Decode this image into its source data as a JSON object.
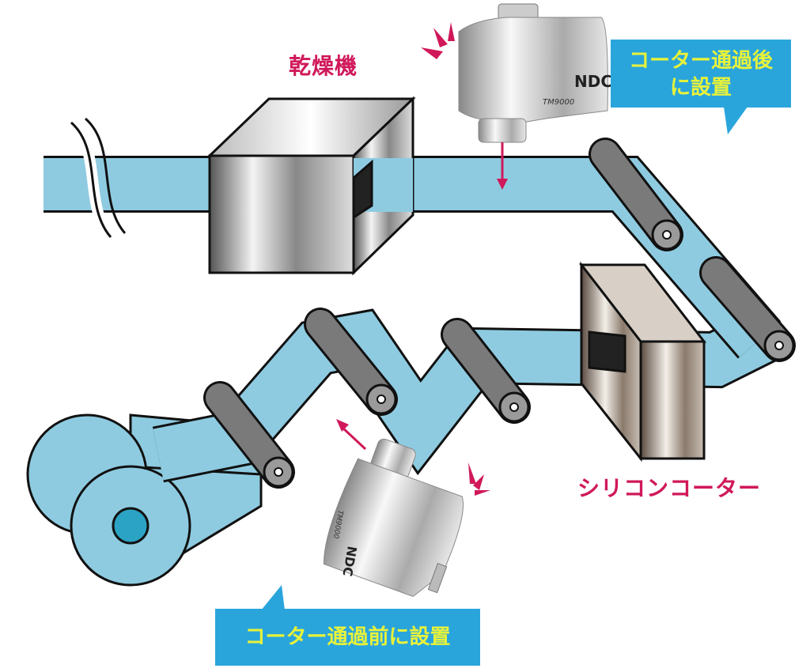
{
  "labels": {
    "dryer": "乾燥機",
    "silicone_coater": "シリコンコーター"
  },
  "callouts": {
    "after_coater_line1": "コーター通過後",
    "after_coater_line2": "に設置",
    "before_coater": "コーター通過前に設置"
  },
  "sensor": {
    "brand": "NDC",
    "model": "TM9000"
  },
  "colors": {
    "belt": "#8ecbe0",
    "accent": "#d0185a",
    "callout_bg": "#2aa5dc",
    "callout_text": "#e8f23a",
    "roller": "#7a7a7a",
    "roll_core": "#2ba3c4"
  }
}
